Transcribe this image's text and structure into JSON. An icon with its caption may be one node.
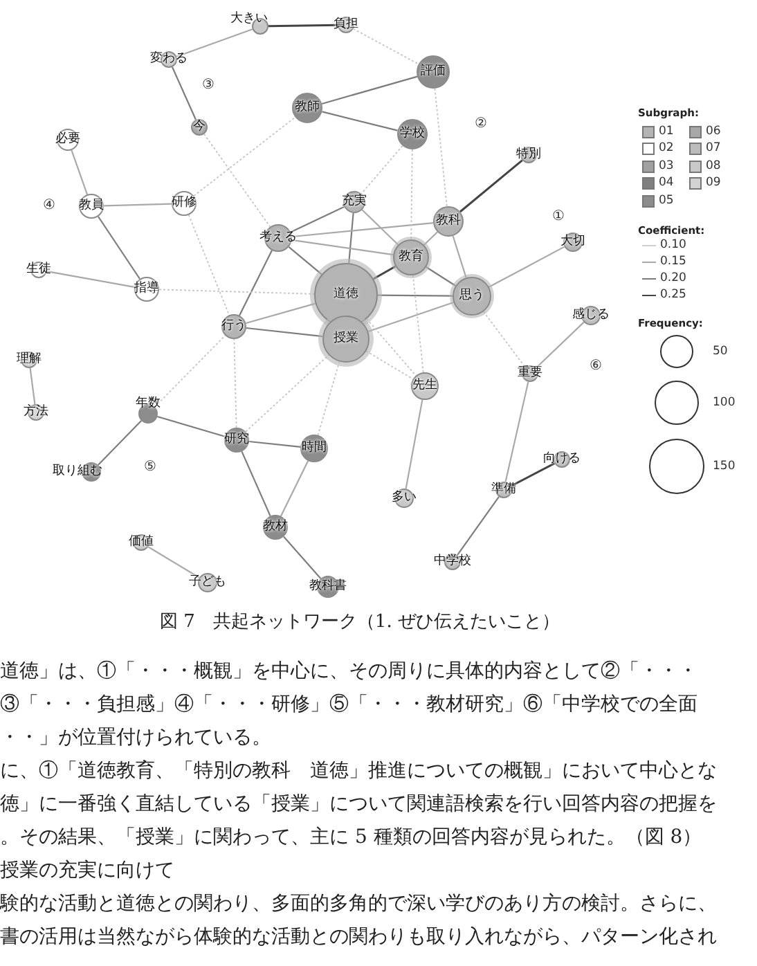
{
  "diagram": {
    "caption": "図 7　共起ネットワーク（1. ぜひ伝えたいこと）",
    "nodes": [
      {
        "text": [
          "大きい"
        ]
      },
      {
        "text": [
          "負担"
        ]
      },
      {
        "text": [
          "変わる"
        ]
      },
      {
        "text": [
          "評価"
        ]
      },
      {
        "text": [
          "教師"
        ]
      },
      {
        "text": [
          "今"
        ]
      },
      {
        "text": [
          "学校"
        ]
      },
      {
        "text": [
          "特別"
        ]
      },
      {
        "text": [
          "必要"
        ]
      },
      {
        "text": [
          "教員"
        ]
      },
      {
        "text": [
          "研修"
        ]
      },
      {
        "text": [
          "充実"
        ]
      },
      {
        "text": [
          "考える"
        ]
      },
      {
        "text": [
          "教科"
        ]
      },
      {
        "text": [
          "大切"
        ]
      },
      {
        "text": [
          "教育"
        ]
      },
      {
        "text": [
          "生徒"
        ]
      },
      {
        "text": [
          "指導"
        ]
      },
      {
        "text": [
          "道徳"
        ]
      },
      {
        "text": [
          "思う"
        ]
      },
      {
        "text": [
          "行う"
        ]
      },
      {
        "text": [
          "授業"
        ]
      },
      {
        "text": [
          "感じる"
        ]
      },
      {
        "text": [
          "理解"
        ]
      },
      {
        "text": [
          "重要"
        ]
      },
      {
        "text": [
          "先生"
        ]
      },
      {
        "text": [
          "方法"
        ]
      },
      {
        "text": [
          "年数"
        ]
      },
      {
        "text": [
          "研究"
        ]
      },
      {
        "text": [
          "時間"
        ]
      },
      {
        "text": [
          "取り組む"
        ]
      },
      {
        "text": [
          "向ける"
        ]
      },
      {
        "text": [
          "多い"
        ]
      },
      {
        "text": [
          "準備"
        ]
      },
      {
        "text": [
          "価値"
        ]
      },
      {
        "text": [
          "教材"
        ]
      },
      {
        "text": [
          "子ども"
        ]
      },
      {
        "text": [
          "教科書"
        ]
      },
      {
        "text": [
          "中学校"
        ]
      }
    ],
    "edges": [
      {
        "from": 0,
        "to": 1,
        "arrow": "none",
        "color": "#444444"
      },
      {
        "from": 2,
        "to": 0,
        "arrow": "none"
      },
      {
        "from": 2,
        "to": 5,
        "arrow": "none"
      },
      {
        "from": 4,
        "to": 3,
        "arrow": "none"
      },
      {
        "from": 4,
        "to": 6,
        "arrow": "none"
      },
      {
        "from": 8,
        "to": 9,
        "arrow": "none"
      },
      {
        "from": 9,
        "to": 10,
        "arrow": "none"
      },
      {
        "from": 9,
        "to": 17,
        "arrow": "none"
      },
      {
        "from": 16,
        "to": 17,
        "arrow": "none"
      },
      {
        "from": 11,
        "to": 12,
        "arrow": "none"
      },
      {
        "from": 11,
        "to": 18,
        "arrow": "none"
      },
      {
        "from": 11,
        "to": 15,
        "arrow": "none"
      },
      {
        "from": 12,
        "to": 13,
        "arrow": "none"
      },
      {
        "from": 12,
        "to": 15,
        "arrow": "none"
      },
      {
        "from": 12,
        "to": 18,
        "arrow": "none"
      },
      {
        "from": 12,
        "to": 20,
        "arrow": "none"
      },
      {
        "from": 13,
        "to": 15,
        "arrow": "none"
      },
      {
        "from": 13,
        "to": 19,
        "arrow": "none"
      },
      {
        "from": 13,
        "to": 7,
        "arrow": "none",
        "color": "#444444"
      },
      {
        "from": 15,
        "to": 18,
        "arrow": "none",
        "color": "#444444"
      },
      {
        "from": 15,
        "to": 19,
        "arrow": "none"
      },
      {
        "from": 18,
        "to": 19,
        "arrow": "none"
      },
      {
        "from": 18,
        "to": 20,
        "arrow": "none"
      },
      {
        "from": 20,
        "to": 21,
        "arrow": "none"
      },
      {
        "from": 21,
        "to": 19,
        "arrow": "none"
      },
      {
        "from": 19,
        "to": 14,
        "arrow": "none"
      },
      {
        "from": 22,
        "to": 24,
        "arrow": "none"
      },
      {
        "from": 24,
        "to": 33,
        "arrow": "none"
      },
      {
        "from": 33,
        "to": 31,
        "arrow": "none",
        "color": "#444444"
      },
      {
        "from": 33,
        "to": 38,
        "arrow": "none"
      },
      {
        "from": 23,
        "to": 26,
        "arrow": "none"
      },
      {
        "from": 27,
        "to": 30,
        "arrow": "none"
      },
      {
        "from": 27,
        "to": 28,
        "arrow": "none"
      },
      {
        "from": 28,
        "to": 29,
        "arrow": "none"
      },
      {
        "from": 28,
        "to": 35,
        "arrow": "none"
      },
      {
        "from": 29,
        "to": 35,
        "arrow": "none"
      },
      {
        "from": 35,
        "to": 37,
        "arrow": "none"
      },
      {
        "from": 34,
        "to": 36,
        "arrow": "none"
      },
      {
        "from": 25,
        "to": 32,
        "arrow": "none"
      },
      {
        "from": 1,
        "to": 3,
        "arrow": "none",
        "style": "dashed"
      },
      {
        "from": 5,
        "to": 12,
        "arrow": "none",
        "style": "dashed"
      },
      {
        "from": 10,
        "to": 4,
        "arrow": "none",
        "style": "dashed"
      },
      {
        "from": 10,
        "to": 20,
        "arrow": "none",
        "style": "dashed"
      },
      {
        "from": 17,
        "to": 18,
        "arrow": "none",
        "style": "dashed"
      },
      {
        "from": 6,
        "to": 11,
        "arrow": "none",
        "style": "dashed"
      },
      {
        "from": 6,
        "to": 15,
        "arrow": "none",
        "style": "dashed"
      },
      {
        "from": 3,
        "to": 13,
        "arrow": "none",
        "style": "dashed"
      },
      {
        "from": 27,
        "to": 20,
        "arrow": "none",
        "style": "dashed"
      },
      {
        "from": 28,
        "to": 20,
        "arrow": "none",
        "style": "dashed"
      },
      {
        "from": 28,
        "to": 21,
        "arrow": "none",
        "style": "dashed"
      },
      {
        "from": 29,
        "to": 21,
        "arrow": "none",
        "style": "dashed"
      },
      {
        "from": 21,
        "to": 25,
        "arrow": "none",
        "style": "dashed"
      },
      {
        "from": 18,
        "to": 25,
        "arrow": "none",
        "style": "dashed"
      },
      {
        "from": 19,
        "to": 24,
        "arrow": "none",
        "style": "dashed"
      },
      {
        "from": 15,
        "to": 25,
        "arrow": "none",
        "style": "dashed"
      }
    ],
    "labels": [
      "Subgraph:",
      "Coefficient:",
      "Frequency:",
      "③",
      "②",
      "④",
      "①",
      "⑥",
      "⑤",
      "道徳」は、①「・・・概観」を中心に、その周りに具体的内容として②「・・・",
      "③「・・・負担感」④「・・・研修」⑤「・・・教材研究」⑥「中学校での全面",
      "・・」が位置付けられている。",
      "に、①「道徳教育、「特別の教科　道徳」推進についての概観」において中心とな",
      "徳」に一番強く直結している「授業」について関連語検索を行い回答内容の把握を",
      "。その結果、「授業」に関わって、主に 5 種類の回答内容が見られた。（図 8）",
      "授業の充実に向けて",
      "験的な活動と道徳との関わり、多面的多角的で深い学びのあり方の検討。さらに、",
      "書の活用は当然ながら体験的な活動との関わりも取り入れながら、パターン化され"
    ],
    "legend": [
      {
        "text": "01",
        "color": "#b4b4b4"
      },
      {
        "text": "02",
        "color": "#ffffff"
      },
      {
        "text": "03",
        "color": "#a0a0a0"
      },
      {
        "text": "04",
        "color": "#808080"
      },
      {
        "text": "05",
        "color": "#8c8c8c"
      },
      {
        "text": "06",
        "color": "#a8a8a8"
      },
      {
        "text": "07",
        "color": "#bcbcbc"
      },
      {
        "text": "08",
        "color": "#c8c8c8"
      },
      {
        "text": "09",
        "color": "#d2d2d2"
      },
      {
        "text": "0.10"
      },
      {
        "text": "0.15"
      },
      {
        "text": "0.20"
      },
      {
        "text": "0.25"
      },
      {
        "text": "50"
      },
      {
        "text": "100"
      },
      {
        "text": "150"
      }
    ]
  }
}
